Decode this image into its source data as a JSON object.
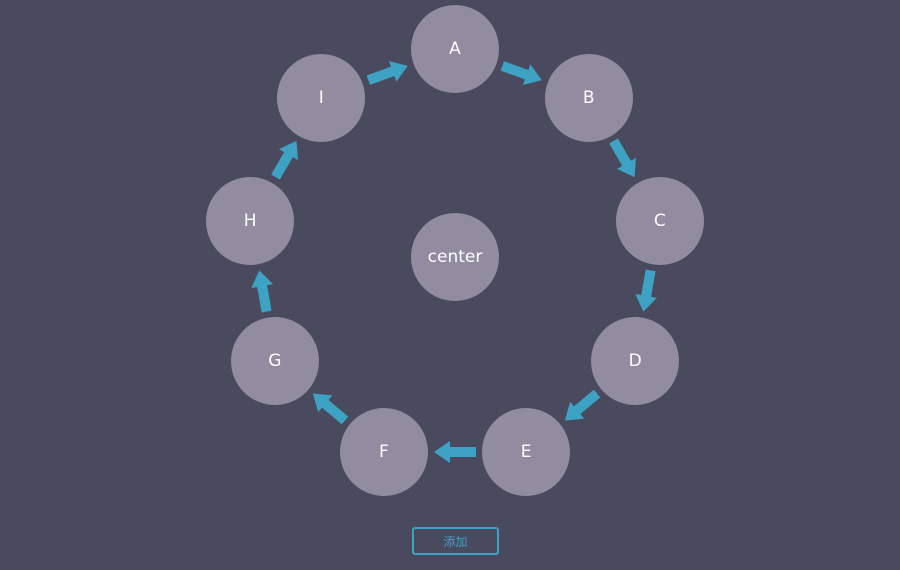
{
  "diagram": {
    "center_label": "center",
    "nodes": [
      {
        "id": "A",
        "label": "A"
      },
      {
        "id": "B",
        "label": "B"
      },
      {
        "id": "C",
        "label": "C"
      },
      {
        "id": "D",
        "label": "D"
      },
      {
        "id": "E",
        "label": "E"
      },
      {
        "id": "F",
        "label": "F"
      },
      {
        "id": "G",
        "label": "G"
      },
      {
        "id": "H",
        "label": "H"
      },
      {
        "id": "I",
        "label": "I"
      }
    ],
    "edges": [
      {
        "from": "A",
        "to": "B"
      },
      {
        "from": "B",
        "to": "C"
      },
      {
        "from": "C",
        "to": "D"
      },
      {
        "from": "D",
        "to": "E"
      },
      {
        "from": "E",
        "to": "F"
      },
      {
        "from": "F",
        "to": "G"
      },
      {
        "from": "G",
        "to": "H"
      },
      {
        "from": "H",
        "to": "I"
      },
      {
        "from": "I",
        "to": "A"
      }
    ],
    "colors": {
      "background": "#4a4a5e",
      "node_fill": "#918c9f",
      "node_text": "#ffffff",
      "arrow": "#3da2c4"
    }
  },
  "actions": {
    "add_label": "添加"
  }
}
